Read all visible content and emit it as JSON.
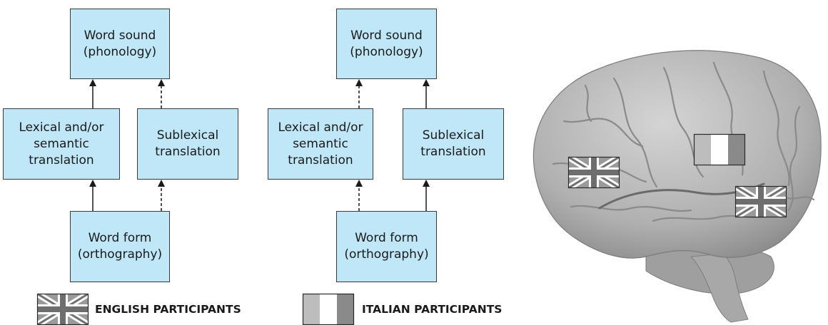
{
  "diagram_english": {
    "top_box": "Word sound\n(phonology)",
    "left_box": "Lexical and/or\nsemantic\ntranslation",
    "right_box": "Sublexical\ntranslation",
    "bottom_box": "Word form\n(orthography)"
  },
  "diagram_italian": {
    "top_box": "Word sound\n(phonology)",
    "left_box": "Lexical and/or\nsemantic\ntranslation",
    "right_box": "Sublexical\ntranslation",
    "bottom_box": "Word form\n(orthography)"
  },
  "legend": {
    "english": "ENGLISH PARTICIPANTS",
    "italian": "ITALIAN PARTICIPANTS"
  },
  "colors": {
    "box_fill": "#bfe7f8",
    "flag_gray": "#8f8f8f",
    "brain": "#b3b3b3"
  }
}
